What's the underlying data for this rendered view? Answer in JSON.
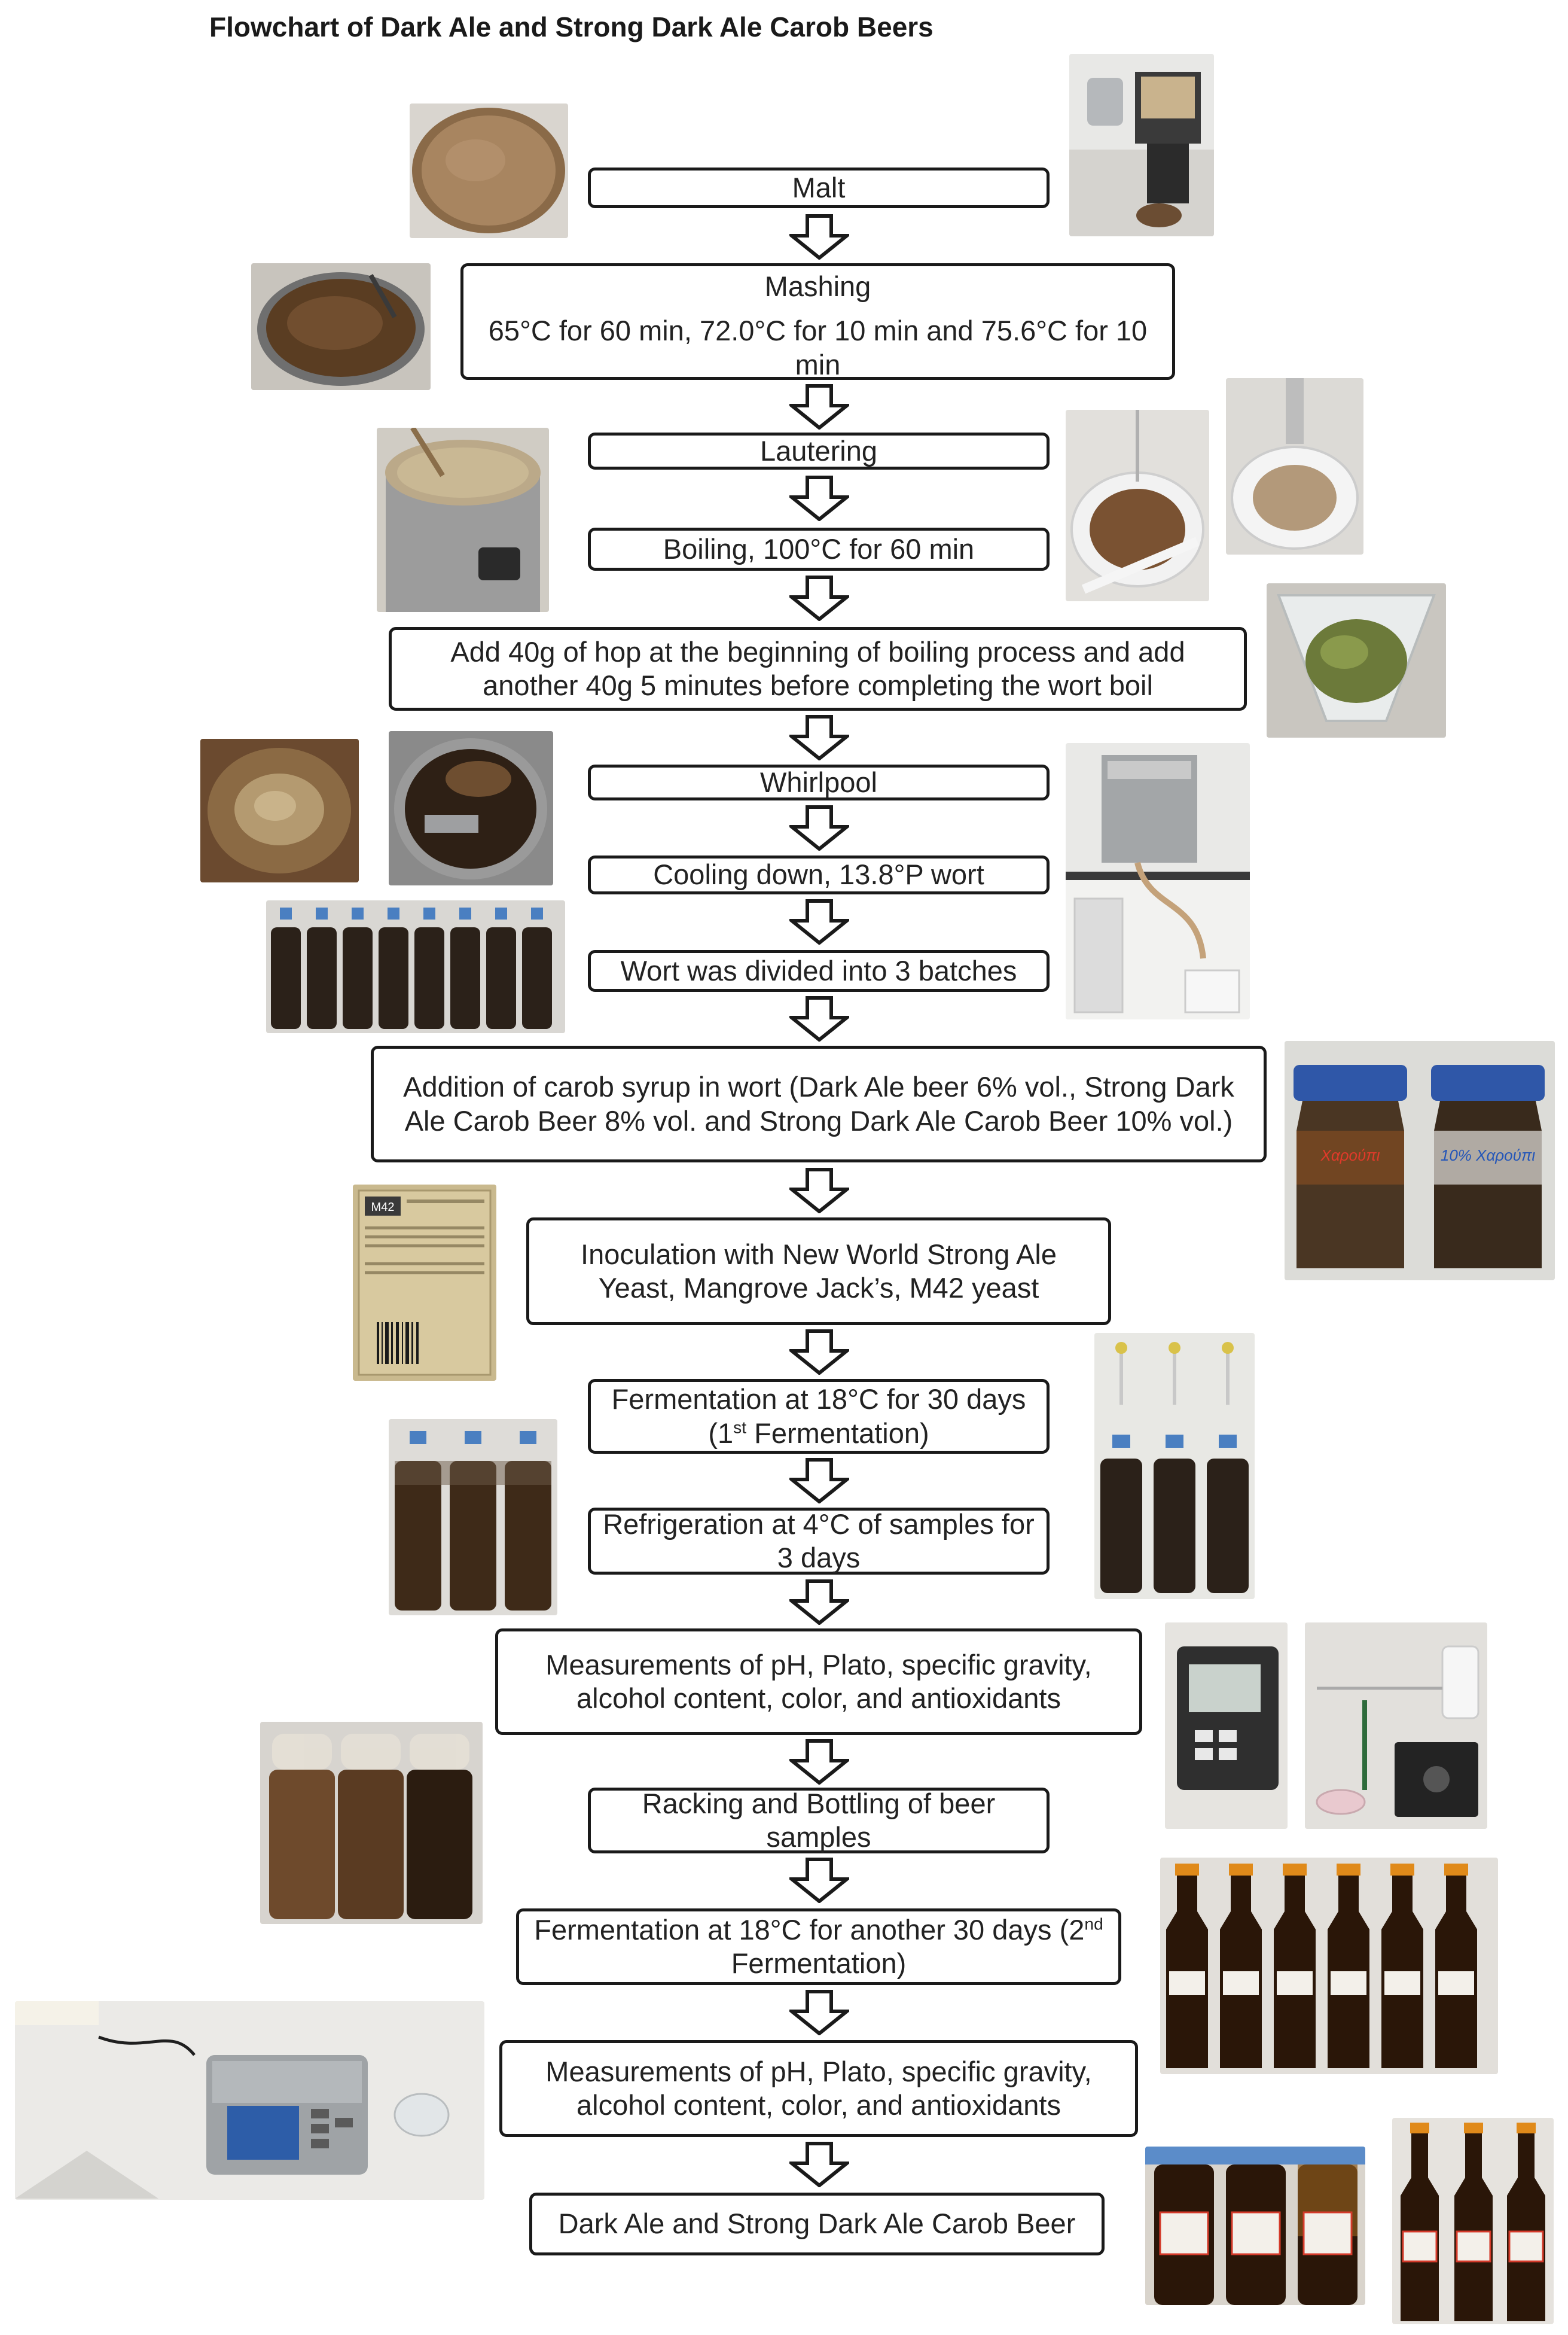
{
  "title": "Flowchart of Dark Ale and Strong Dark Ale Carob Beers",
  "steps": [
    {
      "id": "malt",
      "text": "Malt"
    },
    {
      "id": "mashing",
      "text": "Mashing",
      "sub": "65°C for 60 min, 72.0°C for 10 min and 75.6°C for 10 min"
    },
    {
      "id": "lautering",
      "text": "Lautering"
    },
    {
      "id": "boiling",
      "text": "Boiling, 100°C for 60 min"
    },
    {
      "id": "hop",
      "text": "Add 40g of hop at the beginning of boiling process and add another 40g 5 minutes before completing the wort boil"
    },
    {
      "id": "whirlpool",
      "text": "Whirlpool"
    },
    {
      "id": "cooling",
      "text": "Cooling down, 13.8°P wort"
    },
    {
      "id": "divided",
      "text": "Wort was divided into 3 batches"
    },
    {
      "id": "carob",
      "text": "Addition of carob syrup in wort (Dark Ale beer 6% vol., Strong Dark Ale Carob Beer 8% vol. and Strong Dark Ale Carob Beer 10% vol.)"
    },
    {
      "id": "inoculation",
      "text": "Inoculation with New World Strong Ale Yeast, Mangrove Jack’s, M42 yeast"
    },
    {
      "id": "fermentation1",
      "text": "Fermentation at 18°C for 30 days (1st Fermentation)"
    },
    {
      "id": "refrigeration",
      "text": "Refrigeration at 4°C of samples for 3 days"
    },
    {
      "id": "measure1",
      "text": "Measurements of pH, Plato, specific gravity, alcohol content, color, and antioxidants"
    },
    {
      "id": "racking",
      "text": "Racking and Bottling of beer samples"
    },
    {
      "id": "fermentation2",
      "text": "Fermentation at 18°C for another 30 days (2nd Fermentation)"
    },
    {
      "id": "measure2",
      "text": "Measurements of pH, Plato, specific gravity, alcohol content, color, and antioxidants"
    },
    {
      "id": "final",
      "text": "Dark Ale and Strong Dark Ale Carob Beer"
    }
  ],
  "photo_labels": {
    "bottle_a": "Χαρούπι",
    "bottle_b": "10% Χαρούπι",
    "sachet": "M42"
  }
}
